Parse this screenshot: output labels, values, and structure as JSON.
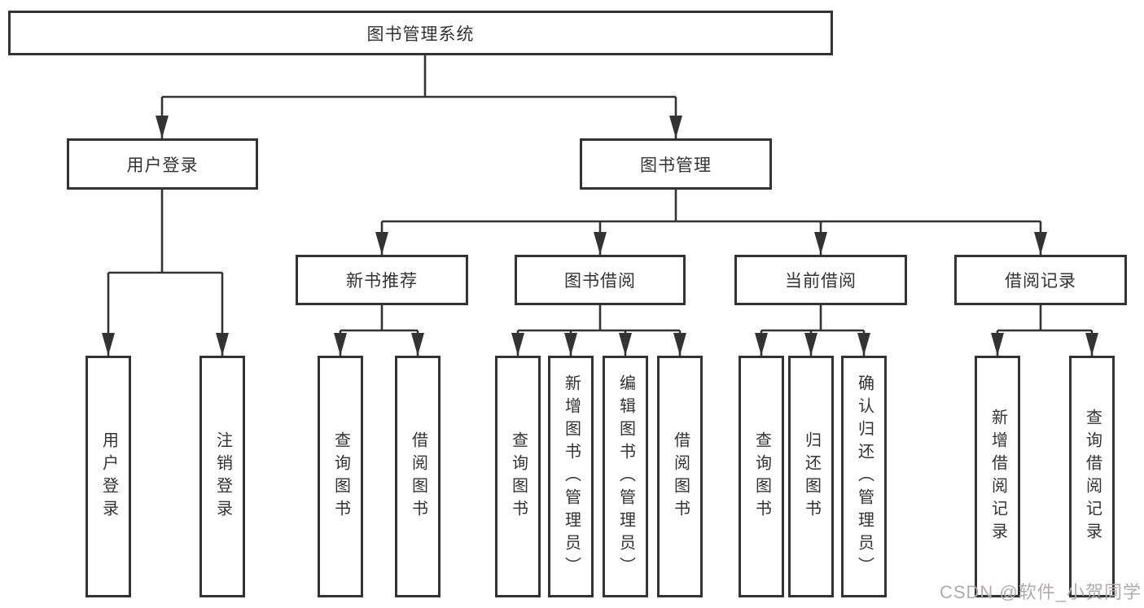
{
  "diagram": {
    "root": "图书管理系统",
    "level2": [
      {
        "label": "用户登录",
        "children": [
          {
            "label": "用户登录"
          },
          {
            "label": "注销登录"
          }
        ]
      },
      {
        "label": "图书管理",
        "children": [
          {
            "label": "新书推荐",
            "children": [
              {
                "label": "查询图书"
              },
              {
                "label": "借阅图书"
              }
            ]
          },
          {
            "label": "图书借阅",
            "children": [
              {
                "label": "查询图书"
              },
              {
                "label": "新增图书（管理员）"
              },
              {
                "label": "编辑图书（管理员）"
              },
              {
                "label": "借阅图书"
              }
            ]
          },
          {
            "label": "当前借阅",
            "children": [
              {
                "label": "查询图书"
              },
              {
                "label": "归还图书"
              },
              {
                "label": "确认归还（管理员）"
              }
            ]
          },
          {
            "label": "借阅记录",
            "children": [
              {
                "label": "新增借阅记录"
              },
              {
                "label": "查询借阅记录"
              }
            ]
          }
        ]
      }
    ]
  },
  "watermark": {
    "text": "CSDN @软件_小贺同学"
  },
  "colors": {
    "line": "#333333",
    "text": "#333333",
    "watermark": "#b3aaae",
    "background": "#ffffff"
  }
}
